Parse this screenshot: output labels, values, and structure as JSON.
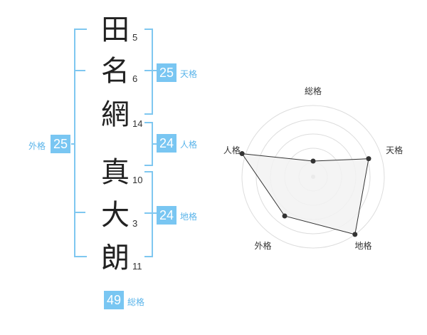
{
  "name_chars": [
    {
      "char": "田",
      "strokes": "5"
    },
    {
      "char": "名",
      "strokes": "6"
    },
    {
      "char": "網",
      "strokes": "14"
    },
    {
      "char": "真",
      "strokes": "10"
    },
    {
      "char": "大",
      "strokes": "3"
    },
    {
      "char": "朗",
      "strokes": "11"
    }
  ],
  "fortune": {
    "tenkaku": {
      "value": "25",
      "label": "天格"
    },
    "jinkaku": {
      "value": "24",
      "label": "人格"
    },
    "chikaku": {
      "value": "24",
      "label": "地格"
    },
    "gaikaku": {
      "value": "25",
      "label": "外格"
    },
    "soukaku": {
      "value": "49",
      "label": "総格"
    }
  },
  "radar": {
    "axes": [
      "総格",
      "天格",
      "地格",
      "外格",
      "人格"
    ],
    "values": [
      0.22,
      0.82,
      1.0,
      0.68,
      1.05
    ],
    "colors": {
      "grid": "#dddddd",
      "fill": "#f2f2f2",
      "line": "#333333",
      "center": "#bbbbbb"
    }
  },
  "colors": {
    "accent": "#79c6f2",
    "bracket": "#7fc7f0"
  }
}
